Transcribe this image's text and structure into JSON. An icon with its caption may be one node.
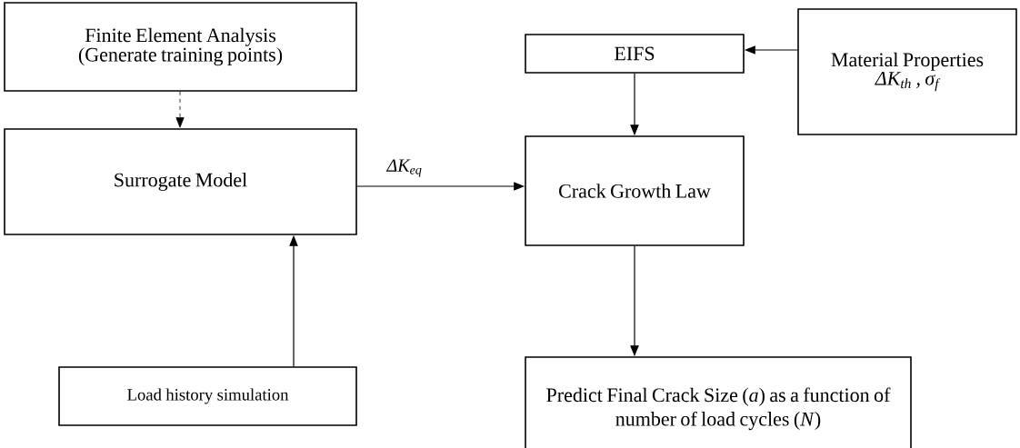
{
  "diagram": {
    "nodes": [
      {
        "text": [
          "Finite Element Analysis (Generate training points)"
        ]
      },
      {
        "text": [
          "EIFS"
        ]
      },
      {
        "text": [
          "Material Properties",
          "ΔK$_{th}$ , σ$_{f}$"
        ]
      },
      {
        "text": [
          "Surrogate Model"
        ]
      },
      {
        "text": [
          "Crack Growth Law"
        ]
      },
      {
        "text": [
          "Load history simulation"
        ]
      },
      {
        "text": [
          "Predict Final Crack Size (*a*) as a function of number of load cycles (*N*)"
        ]
      }
    ],
    "edges": [
      {
        "from": 0,
        "to": 3,
        "arrow": "to",
        "style": "dashed"
      },
      {
        "from": 2,
        "to": 1,
        "arrow": "to"
      },
      {
        "from": 1,
        "to": 4,
        "arrow": "to"
      },
      {
        "from": 3,
        "to": 4,
        "arrow": "to",
        "label": "ΔK$_{eq}$"
      },
      {
        "from": 5,
        "to": 3,
        "arrow": "to"
      },
      {
        "from": 4,
        "to": 6,
        "arrow": "to"
      }
    ]
  }
}
